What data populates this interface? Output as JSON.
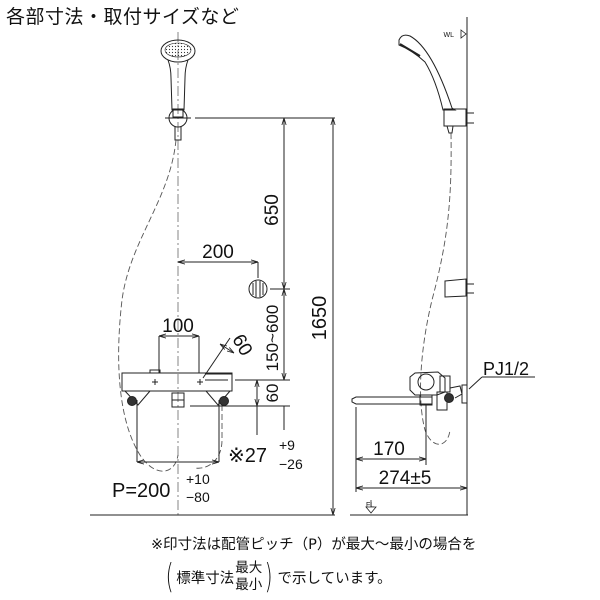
{
  "title": "各部寸法・取付サイズなど",
  "front_view": {
    "dimensions": {
      "d650": "650",
      "d1650": "1650",
      "d200": "200",
      "d100": "100",
      "d60_angle": "60",
      "d150_600": "150~600",
      "d60": "60",
      "pitch_label": "P=200",
      "pitch_plus": "+10",
      "pitch_minus": "−80",
      "d27_label": "※27",
      "d27_plus": "+9",
      "d27_minus": "−26"
    }
  },
  "side_view": {
    "wl_marker": "WL",
    "fl_marker": "FL",
    "pipe_spec": "PJ1/2",
    "dimensions": {
      "d170": "170",
      "d274": "274±5"
    }
  },
  "notes": {
    "line1": "※印寸法は配管ピッチ（P）が最大～最小の場合を",
    "open_paren": "(",
    "standard": "標準寸法",
    "max": "最大",
    "min": "最小",
    "close_paren": ")",
    "line2_tail": "で示しています。"
  },
  "colors": {
    "line": "#222222",
    "dash": "#555555",
    "background": "#ffffff"
  }
}
